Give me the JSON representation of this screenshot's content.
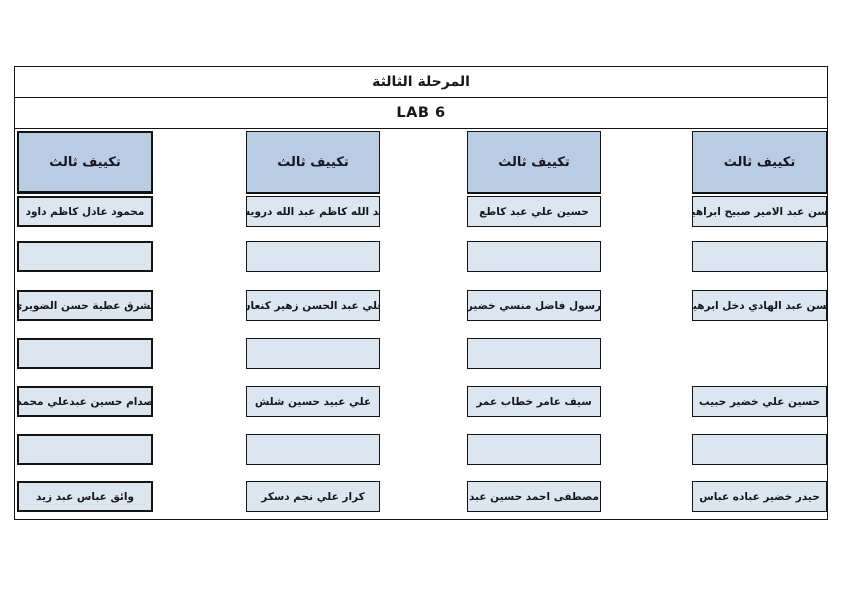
{
  "page": {
    "title": "المرحلة الثالثة",
    "subtitle": "LAB 6"
  },
  "colors": {
    "header_fill": "#b8cce4",
    "cell_fill": "#dce6f1",
    "border": "#141414",
    "text": "#16161f"
  },
  "groups": [
    {
      "header": "تكييف ثالث",
      "rows": [
        "محمود عادل كاظم داود",
        "",
        "مشرق عطية حسن الضويري",
        "",
        "صدام حسين عبدعلي محمد",
        "",
        "وائق عباس عبد زيد"
      ]
    },
    {
      "header": "تكييف ثالث",
      "rows": [
        "عبد الله كاظم عبد الله درويش",
        "",
        "علي عبد الحسن زهير كنعان",
        "",
        "علي عبيد حسين شلش",
        "",
        "كرار علي نجم دسكر"
      ]
    },
    {
      "header": "تكييف ثالث",
      "rows": [
        "حسين علي عبد كاطع",
        "",
        "رسول فاضل منسي خضير",
        "",
        "سيف عامر خطاب عمر",
        "",
        "مصطفى احمد حسين عبد"
      ]
    },
    {
      "header": "تكييف ثالث",
      "rows": [
        "حسن عبد الامير صبيح ابراهيم",
        "",
        "حسن عبد الهادي دخل ابرهيم",
        null,
        "حسين علي خضير حبيب",
        "",
        "حيدر خضير عباده عباس"
      ]
    }
  ]
}
